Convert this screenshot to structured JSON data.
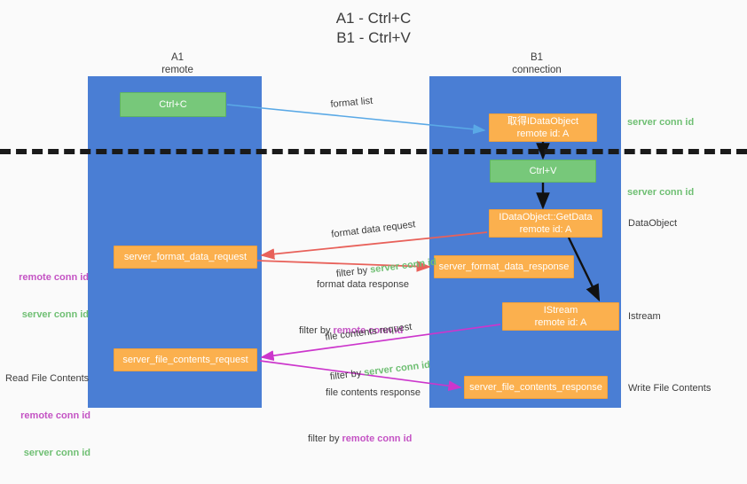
{
  "title": "A1 - Ctrl+C\nB1 - Ctrl+V",
  "columns": {
    "left": {
      "name": "A1",
      "role": "remote",
      "label": "A1\nremote"
    },
    "right": {
      "name": "B1",
      "role": "connection",
      "label": "B1\nconnection"
    }
  },
  "nodes": {
    "ctrl_c": {
      "line1": "Ctrl+C",
      "line2": "",
      "color": "#77c87a"
    },
    "idataobject": {
      "line1": "取得IDataObject",
      "line2": "remote id: A",
      "color": "#fbb04e"
    },
    "ctrl_v": {
      "line1": "Ctrl+V",
      "line2": "",
      "color": "#77c87a"
    },
    "getdata": {
      "line1": "IDataObject::GetData",
      "line2": "remote id: A",
      "color": "#fbb04e"
    },
    "server_format_data_request": {
      "line1": "server_format_data_request",
      "line2": "",
      "color": "#fbb04e"
    },
    "server_format_data_response": {
      "line1": "server_format_data_response",
      "line2": "",
      "color": "#fbb04e"
    },
    "istream": {
      "line1": "IStream",
      "line2": "remote id: A",
      "color": "#fbb04e"
    },
    "server_file_contents_request": {
      "line1": "server_file_contents_request",
      "line2": "",
      "color": "#fbb04e"
    },
    "server_file_contents_response": {
      "line1": "server_file_contents_response",
      "line2": "",
      "color": "#fbb04e"
    }
  },
  "edge_labels": {
    "format_list": {
      "text": "format list"
    },
    "format_data_request": {
      "title": "format data request",
      "filter_prefix": "filter by ",
      "filter_key": "server conn id"
    },
    "format_data_response": {
      "title": "format data response",
      "filter_prefix": "filter by ",
      "filter_key": "remote conn id"
    },
    "file_contents_request": {
      "title": "file contents request",
      "filter_prefix": "filter by ",
      "filter_key": "server conn id"
    },
    "file_contents_response": {
      "title": "file contents response",
      "filter_prefix": "filter by ",
      "filter_key": "remote conn id"
    }
  },
  "side_notes": {
    "server_conn_id_top": "server conn id",
    "server_conn_id_mid": "server conn id",
    "dataobject": "DataObject",
    "istream": "Istream",
    "write_file_contents": "Write File Contents",
    "read_file_contents": "Read File Contents",
    "remote_conn_id": "remote conn id",
    "server_conn_id": "server conn id"
  },
  "colors": {
    "lane": "#4a7ed4",
    "green_node": "#77c87a",
    "orange_node": "#fbb04e",
    "server_conn_id": "#6fbf73",
    "remote_conn_id": "#c453c4",
    "divider": "#1a1a1a",
    "arrow_blue": "#5aa9e6",
    "arrow_red": "#e8615a",
    "arrow_magenta": "#cc36cc",
    "arrow_black": "#111111",
    "background": "#fafafa"
  }
}
